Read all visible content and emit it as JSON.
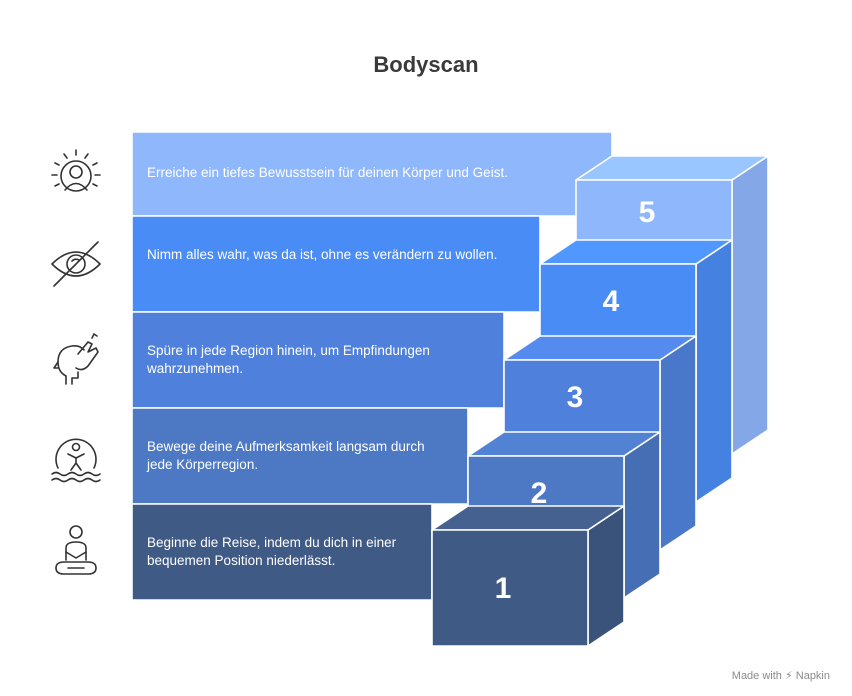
{
  "title": "Bodyscan",
  "steps": [
    {
      "number": "1",
      "icon": "meditation-person-icon",
      "text": "Beginne die Reise, indem du dich in einer bequemen Position niederlässt."
    },
    {
      "number": "2",
      "icon": "person-in-circle-icon",
      "text": "Bewege deine Aufmerksamkeit langsam durch jede Körperregion."
    },
    {
      "number": "3",
      "icon": "head-touch-icon",
      "text": "Spüre in jede Region hinein, um Empfindungen wahrzunehmen."
    },
    {
      "number": "4",
      "icon": "eye-slash-icon",
      "text": "Nimm alles wahr, was da ist, ohne es verändern zu wollen."
    },
    {
      "number": "5",
      "icon": "enlightened-person-icon",
      "text": "Erreiche ein tiefes Bewusstsein für deinen Körper und Geist."
    }
  ],
  "colors": {
    "step1": "#3f5a85",
    "step2": "#4c78c4",
    "step3": "#4f81dc",
    "step4": "#4a8cf5",
    "step5": "#8fb7fb",
    "text": "#ffffff",
    "title": "#3a3a3a"
  },
  "footer": "Made with ⚡ Napkin"
}
